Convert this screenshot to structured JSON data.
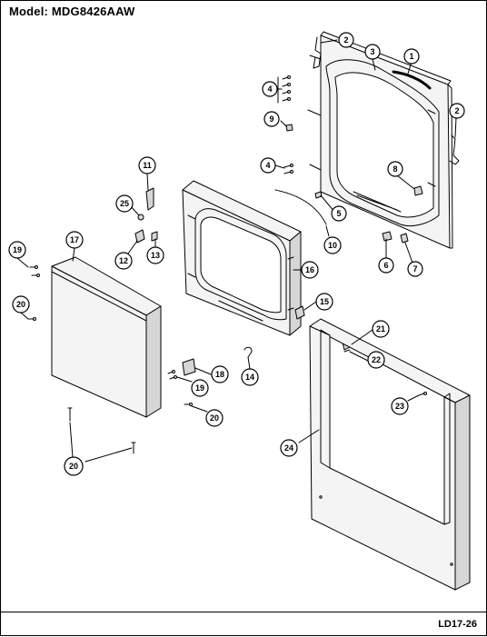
{
  "header": {
    "model_label": "Model:",
    "model_number": "MDG8426AAW"
  },
  "footer": {
    "page_code": "LD17-26"
  },
  "callouts": [
    {
      "label": "1"
    },
    {
      "label": "2"
    },
    {
      "label": "2"
    },
    {
      "label": "3"
    },
    {
      "label": "4"
    },
    {
      "label": "4"
    },
    {
      "label": "5"
    },
    {
      "label": "6"
    },
    {
      "label": "7"
    },
    {
      "label": "8"
    },
    {
      "label": "9"
    },
    {
      "label": "10"
    },
    {
      "label": "11"
    },
    {
      "label": "12"
    },
    {
      "label": "13"
    },
    {
      "label": "14"
    },
    {
      "label": "15"
    },
    {
      "label": "16"
    },
    {
      "label": "17"
    },
    {
      "label": "18"
    },
    {
      "label": "19"
    },
    {
      "label": "19"
    },
    {
      "label": "20"
    },
    {
      "label": "20"
    },
    {
      "label": "20"
    },
    {
      "label": "21"
    },
    {
      "label": "22"
    },
    {
      "label": "23"
    },
    {
      "label": "24"
    },
    {
      "label": "25"
    }
  ],
  "colors": {
    "ink": "#000000",
    "callout_fill": "#ffffff",
    "part_fill": "#f4f4f4",
    "shade": "#d6d6d6"
  }
}
